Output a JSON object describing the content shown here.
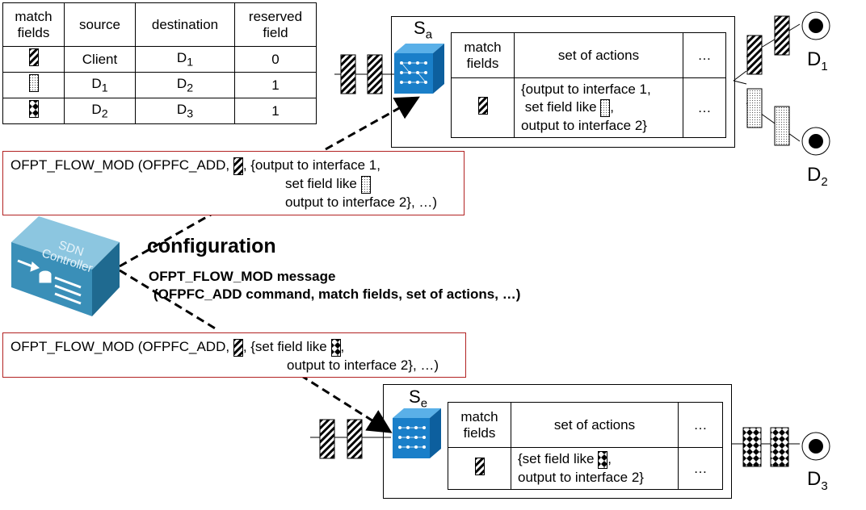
{
  "match_table": {
    "headers": [
      "match fields",
      "source",
      "destination",
      "reserved field"
    ],
    "rows": [
      {
        "pattern": "diagonal",
        "source": "Client",
        "dest": "D",
        "dest_sub": "1",
        "reserved": "0"
      },
      {
        "pattern": "dotted",
        "source": "D",
        "source_sub": "1",
        "dest": "D",
        "dest_sub": "2",
        "reserved": "1"
      },
      {
        "pattern": "checker",
        "source": "D",
        "source_sub": "2",
        "dest": "D",
        "dest_sub": "3",
        "reserved": "1"
      }
    ]
  },
  "switch_a": {
    "label": "S",
    "label_sub": "a",
    "headers": [
      "match fields",
      "set of actions",
      "…"
    ],
    "action_lines": [
      "{output to interface 1,",
      "set field like",
      ",",
      "output to interface 2}"
    ],
    "extra": "…"
  },
  "switch_e": {
    "label": "S",
    "label_sub": "e",
    "headers": [
      "match fields",
      "set of actions",
      "…"
    ],
    "action_lines": [
      "{set field like",
      ",",
      "output to interface 2}"
    ],
    "extra": "…"
  },
  "msg_a": {
    "line1_prefix": "OFPT_FLOW_MOD (OFPFC_ADD,",
    "line1_suffix": ", {output to interface 1,",
    "line2_prefix": "set field like",
    "line3": "output to interface 2}, …)"
  },
  "msg_e": {
    "line1_prefix": "OFPT_FLOW_MOD (OFPFC_ADD,",
    "line1_mid": ", {set field like",
    "line1_end": ",",
    "line2": "output to interface 2}, …)"
  },
  "controller": {
    "logo_line1": "SDN",
    "logo_line2": "Controller"
  },
  "configuration": {
    "title": "configuration",
    "msg_bold": "OFPT_FLOW_MOD",
    "msg_rest": "message",
    "cmd_bold": "(OFPFC_ADD",
    "cmd_rest": "command, match fields, set of actions, …)"
  },
  "destinations": {
    "d1": {
      "name": "D",
      "sub": "1"
    },
    "d2": {
      "name": "D",
      "sub": "2"
    },
    "d3": {
      "name": "D",
      "sub": "3"
    }
  },
  "colors": {
    "switch": "#1a7fc9",
    "controller": "#3a8fb8",
    "redbox": "#b22222"
  }
}
